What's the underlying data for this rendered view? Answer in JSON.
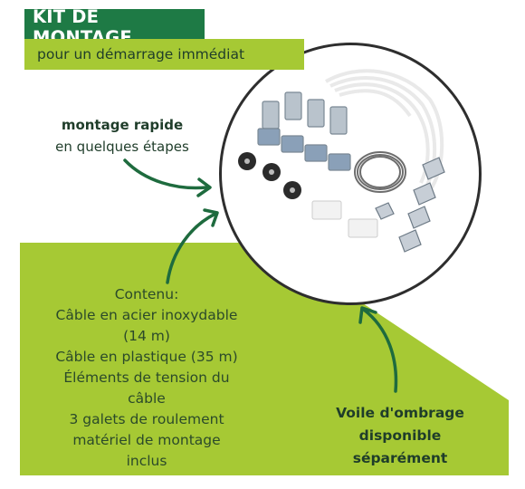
{
  "header": {
    "title": "KIT DE MONTAGE",
    "subtitle": "pour un démarrage immédiat"
  },
  "quick_mount": {
    "strong": "montage rapide",
    "text": "en quelques étapes"
  },
  "contents": {
    "lines": [
      "Contenu:",
      "Câble en acier inoxydable",
      "(14 m)",
      "Câble en plastique (35 m)",
      "Éléments de tension du",
      "câble",
      "3 galets de roulement",
      "matériel de montage",
      "inclus"
    ]
  },
  "shade_note": {
    "lines": [
      "Voile d'ombrage",
      "disponible",
      "séparément"
    ]
  },
  "colors": {
    "dark_green": "#1e7a45",
    "lime": "#a6c934",
    "arrow": "#1e6b3e"
  }
}
